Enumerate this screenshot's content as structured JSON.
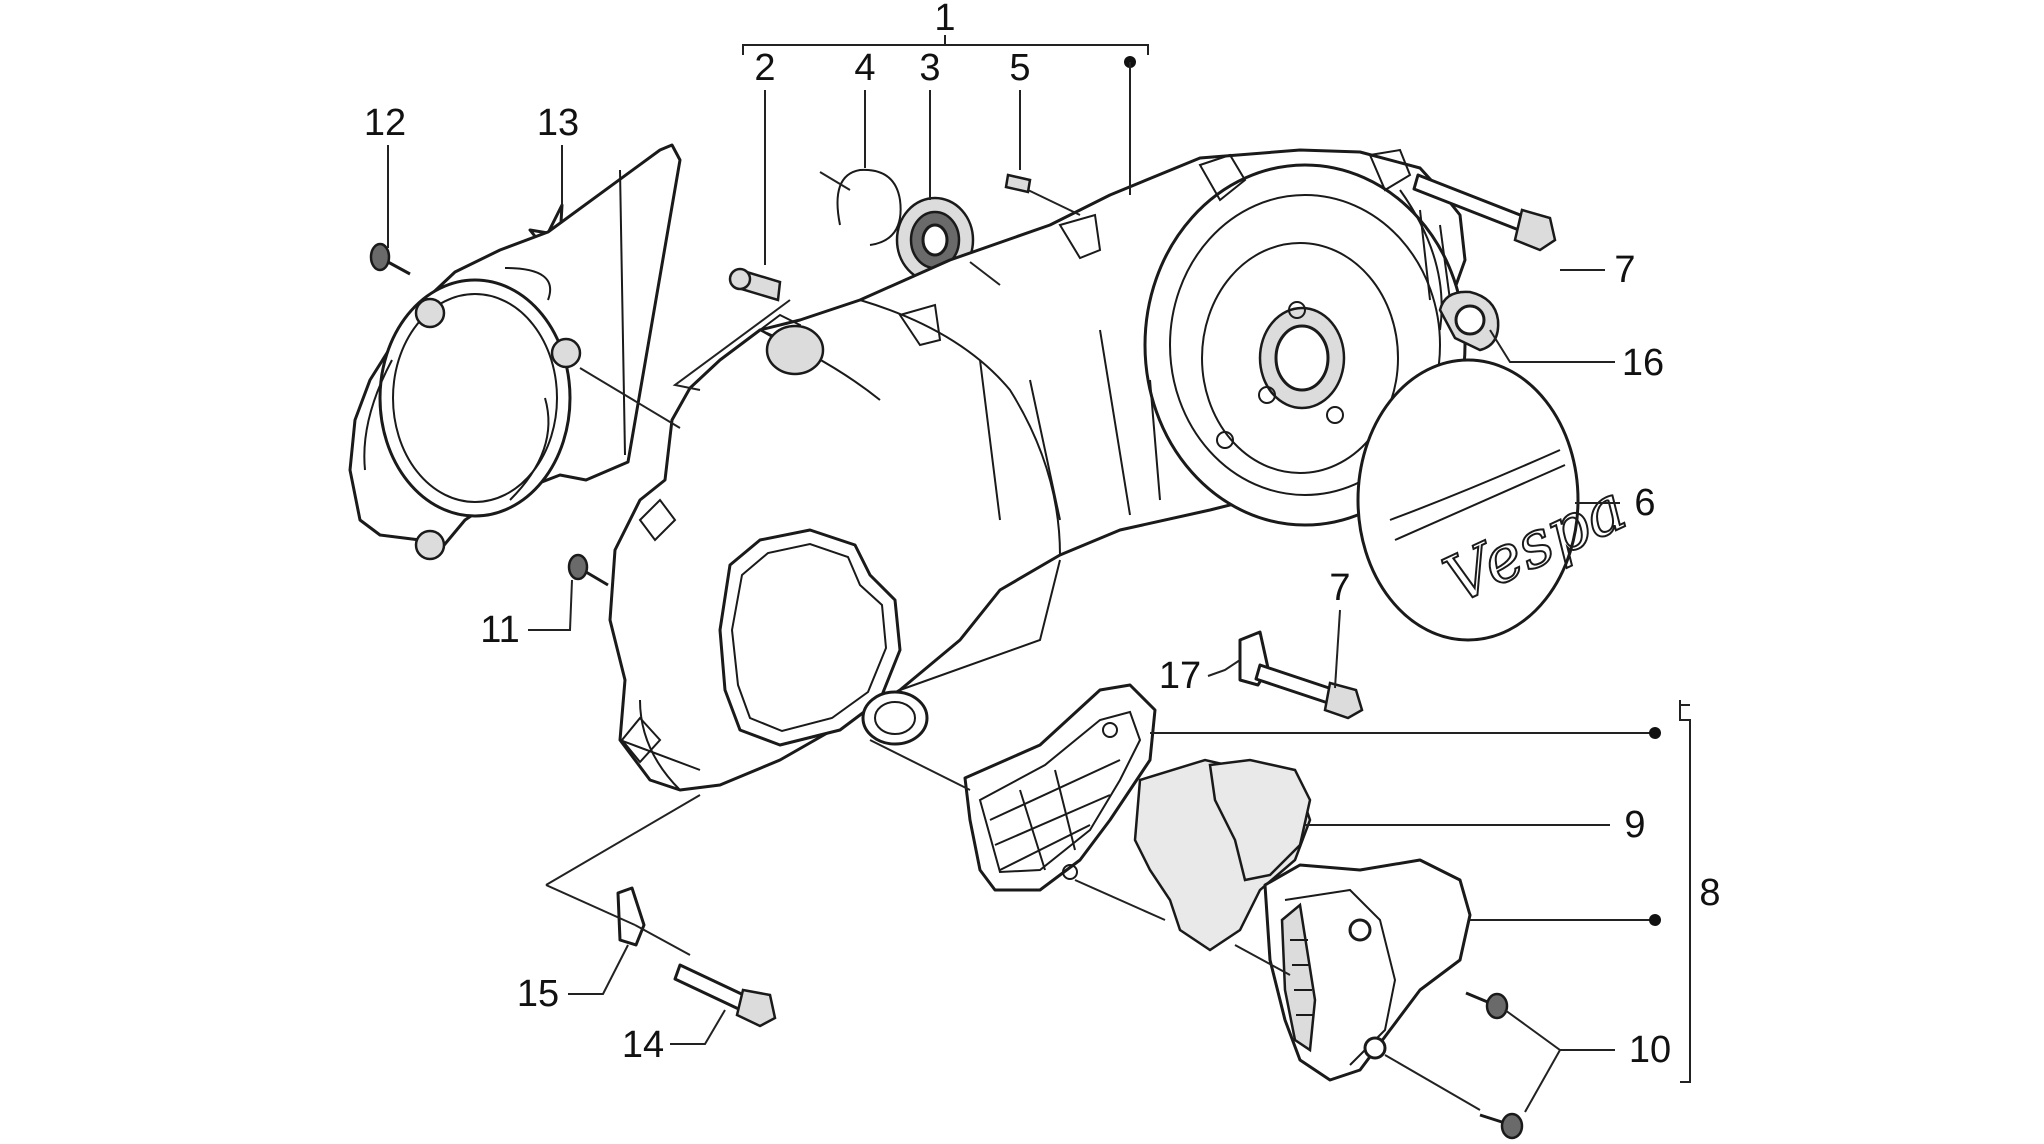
{
  "callouts": [
    {
      "id": "1",
      "text": "1"
    },
    {
      "id": "2",
      "text": "2"
    },
    {
      "id": "3",
      "text": "3"
    },
    {
      "id": "4",
      "text": "4"
    },
    {
      "id": "5",
      "text": "5"
    },
    {
      "id": "6",
      "text": "6"
    },
    {
      "id": "7a",
      "text": "7"
    },
    {
      "id": "7b",
      "text": "7"
    },
    {
      "id": "8",
      "text": "8"
    },
    {
      "id": "9",
      "text": "9"
    },
    {
      "id": "10",
      "text": "10"
    },
    {
      "id": "11",
      "text": "11"
    },
    {
      "id": "12",
      "text": "12"
    },
    {
      "id": "13",
      "text": "13"
    },
    {
      "id": "14",
      "text": "14"
    },
    {
      "id": "15",
      "text": "15"
    },
    {
      "id": "16",
      "text": "16"
    },
    {
      "id": "17",
      "text": "17"
    }
  ],
  "logo_text": "Vespa"
}
